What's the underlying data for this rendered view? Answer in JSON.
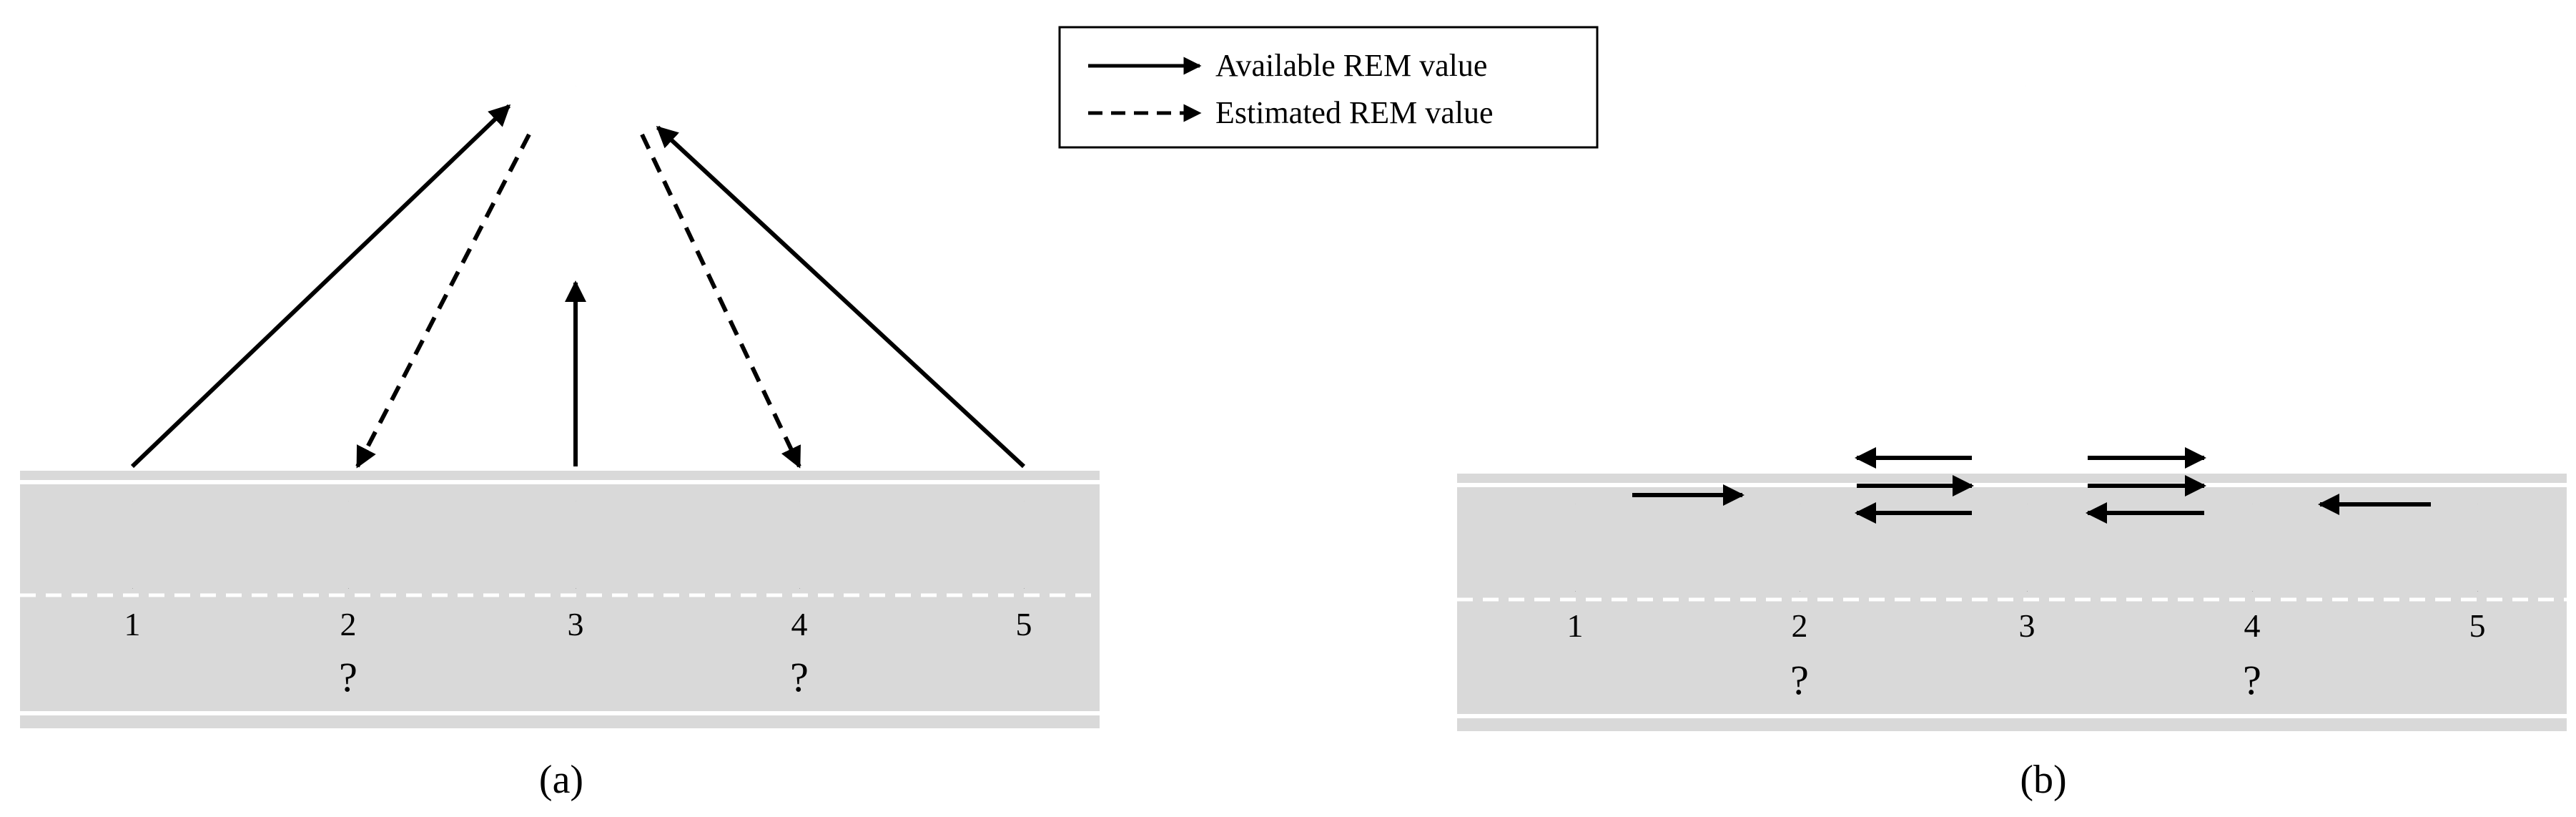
{
  "legend": {
    "solid_label": "Available REM value",
    "dashed_label": "Estimated REM value"
  },
  "panels": [
    {
      "id": "a",
      "caption": "(a)",
      "cars": [
        {
          "number": "1",
          "mark": ""
        },
        {
          "number": "2",
          "mark": "?"
        },
        {
          "number": "3",
          "mark": ""
        },
        {
          "number": "4",
          "mark": "?"
        },
        {
          "number": "5",
          "mark": ""
        }
      ]
    },
    {
      "id": "b",
      "caption": "(b)",
      "cars": [
        {
          "number": "1",
          "mark": ""
        },
        {
          "number": "2",
          "mark": "?"
        },
        {
          "number": "3",
          "mark": ""
        },
        {
          "number": "4",
          "mark": "?"
        },
        {
          "number": "5",
          "mark": ""
        }
      ]
    }
  ],
  "colors": {
    "road": "#d9d9d9",
    "car": "#3a3a3a",
    "line": "#000000"
  }
}
